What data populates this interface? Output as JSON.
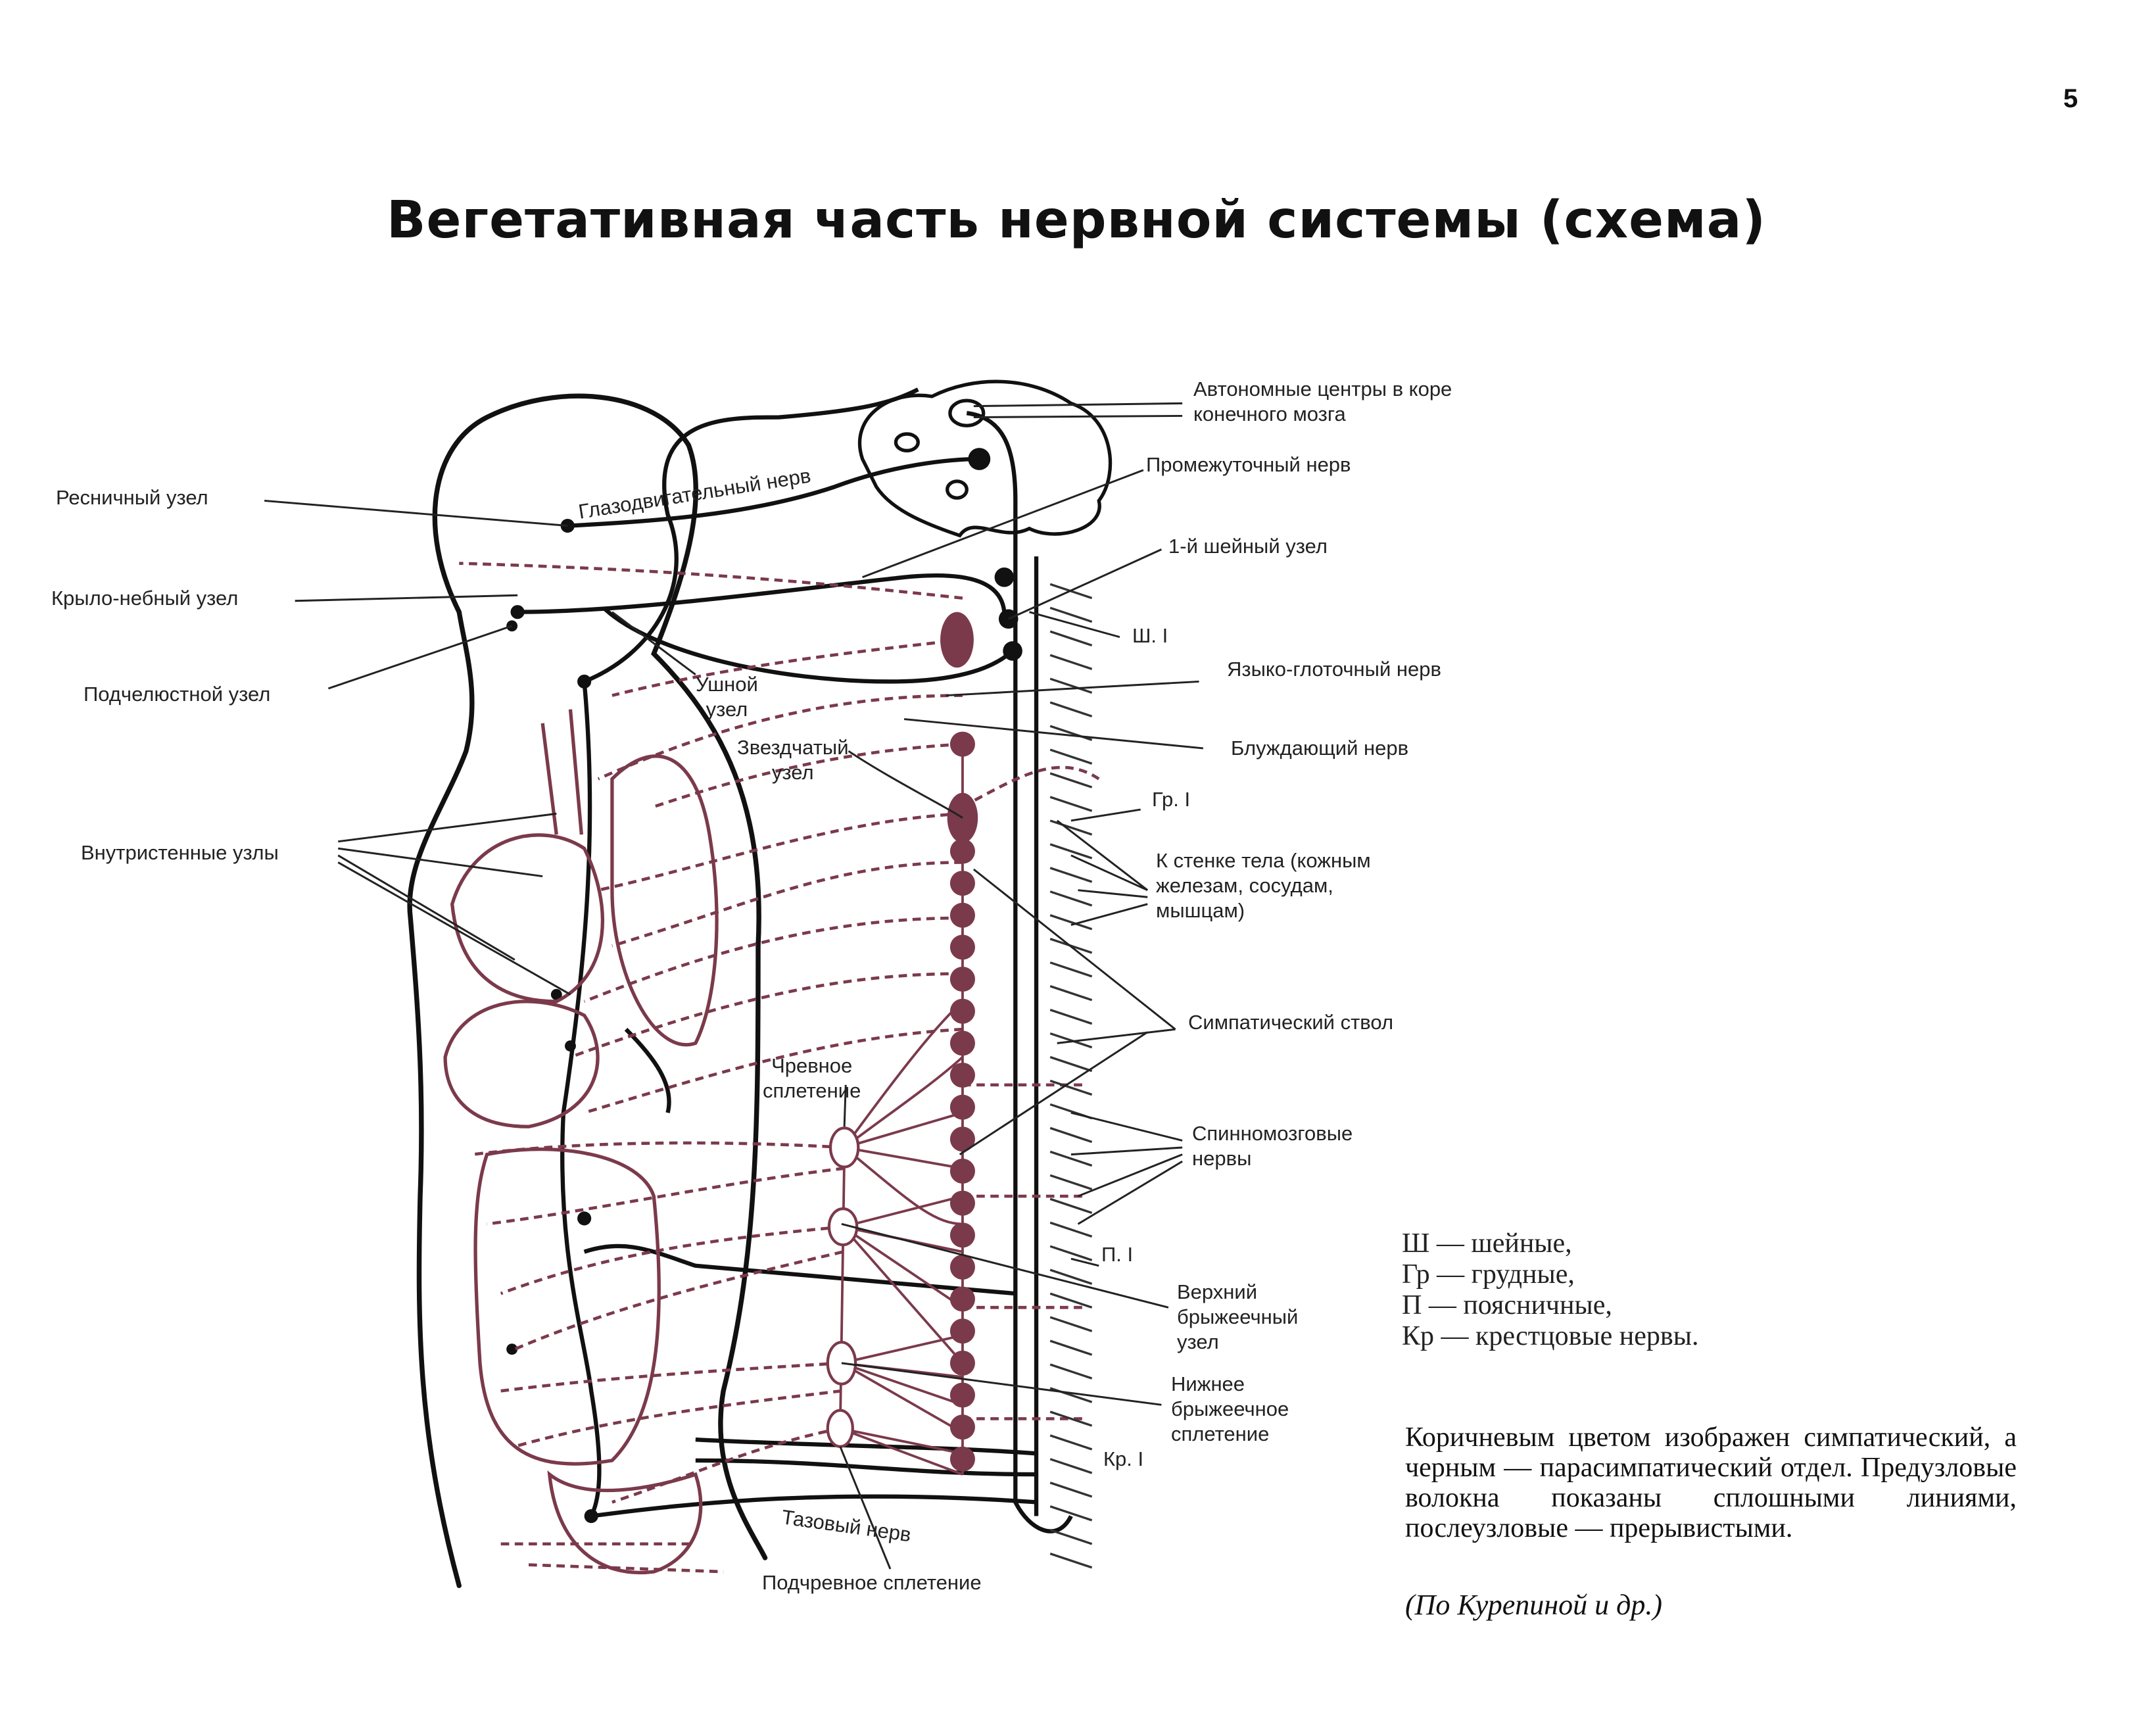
{
  "page_number": "5",
  "title": "Вегетативная часть нервной системы (схема)",
  "colors": {
    "sympathetic": "#7b3a4b",
    "parasympathetic": "#111111"
  },
  "labels": {
    "ciliary_ganglion": "Ресничный узел",
    "pterygopalatine_ganglion": "Крыло-небный узел",
    "submandibular_ganglion": "Подчелюстной узел",
    "intramural_ganglia": "Внутристенные узлы",
    "oculomotor_nerve": "Глазодвигательный нерв",
    "otic_ganglion": [
      "Ушной",
      "узел"
    ],
    "stellate_ganglion": [
      "Звездчатый",
      "узел"
    ],
    "celiac_plexus": [
      "Чревное",
      "сплетение"
    ],
    "pelvic_nerve": "Тазовый нерв",
    "hypogastric_plexus": "Подчревное сплетение",
    "autonomic_centers": [
      "Автономные центры в коре",
      "конечного мозга"
    ],
    "intermediate_nerve": "Промежуточный нерв",
    "first_cervical_ganglion": "1-й шейный узел",
    "cervical_1": "Ш. I",
    "glossopharyngeal_nerve": "Языко-глоточный нерв",
    "vagus_nerve": "Блуждающий нерв",
    "thoracic_1": "Гр. I",
    "body_wall": [
      "К стенке тела (кожным",
      "железам, сосудам,",
      "мышцам)"
    ],
    "sympathetic_trunk": "Симпатический ствол",
    "spinal_nerves": [
      "Спинномозговые",
      "нервы"
    ],
    "lumbar_1": "П. I",
    "superior_mesenteric_ganglion": [
      "Верхний",
      "брыжеечный",
      "узел"
    ],
    "inferior_mesenteric_plexus": [
      "Нижнее",
      "брыжеечное",
      "сплетение"
    ],
    "sacral_1": "Кр. I"
  },
  "legend": [
    "Ш — шейные,",
    "Гр — грудные,",
    "П — поясничные,",
    "Кр — крестцовые нервы."
  ],
  "note": "Коричневым цветом изображен симпатический, а черным — парасимпатический отдел. Предузловые волокна показаны сплошными линиями, послеузловые — прерывистыми.",
  "citation": "(По Курепиной и др.)"
}
